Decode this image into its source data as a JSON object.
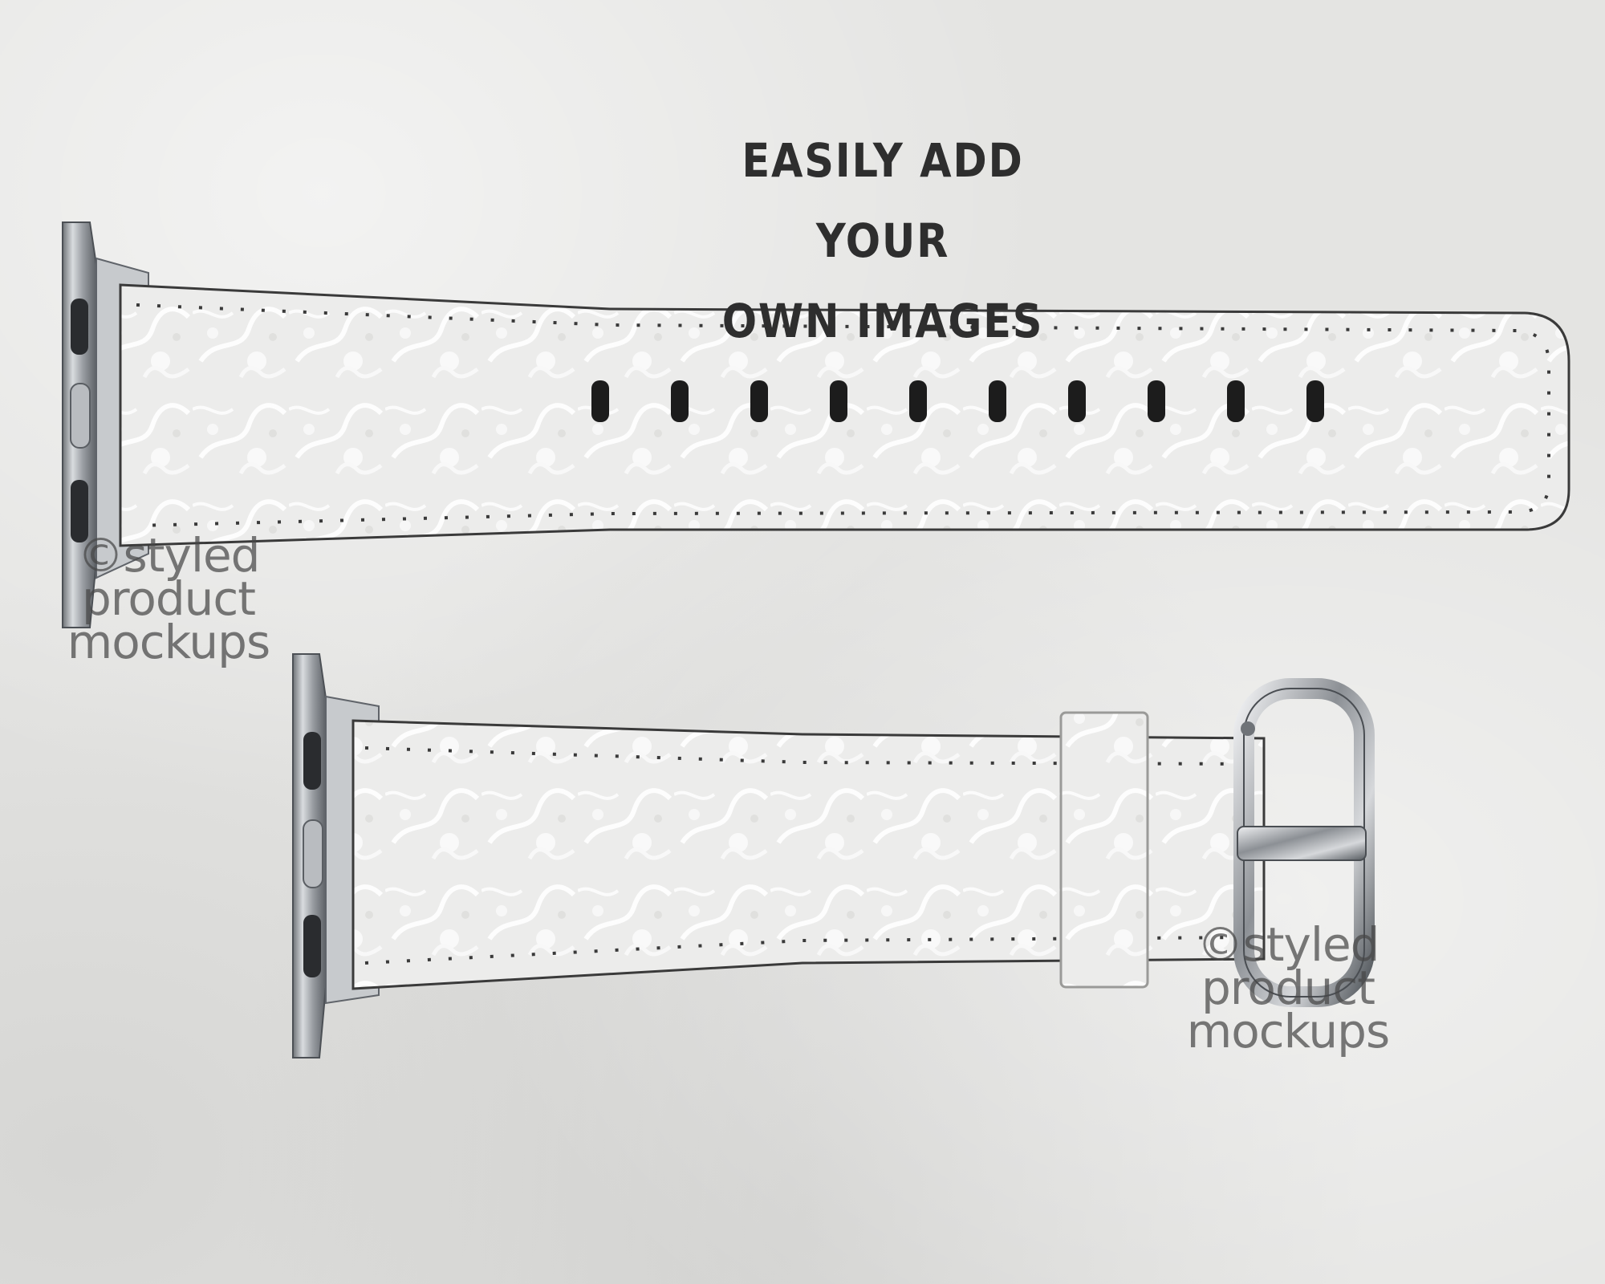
{
  "headline": {
    "line1": "EASILY ADD YOUR",
    "line2": "OWN IMAGES"
  },
  "watermark_top": {
    "line1": "©styled",
    "line2": "product",
    "line3": "mockups"
  },
  "watermark_bottom": {
    "line1": "©styled",
    "line2": "product",
    "line3": "mockups"
  },
  "colors": {
    "background": "#e4e4e2",
    "text": "#2e2e2e",
    "strap": "#f2f2f1",
    "metal": "#a9adb2",
    "stitch": "#3a3a3a"
  },
  "strap_top": {
    "holes": 10
  }
}
